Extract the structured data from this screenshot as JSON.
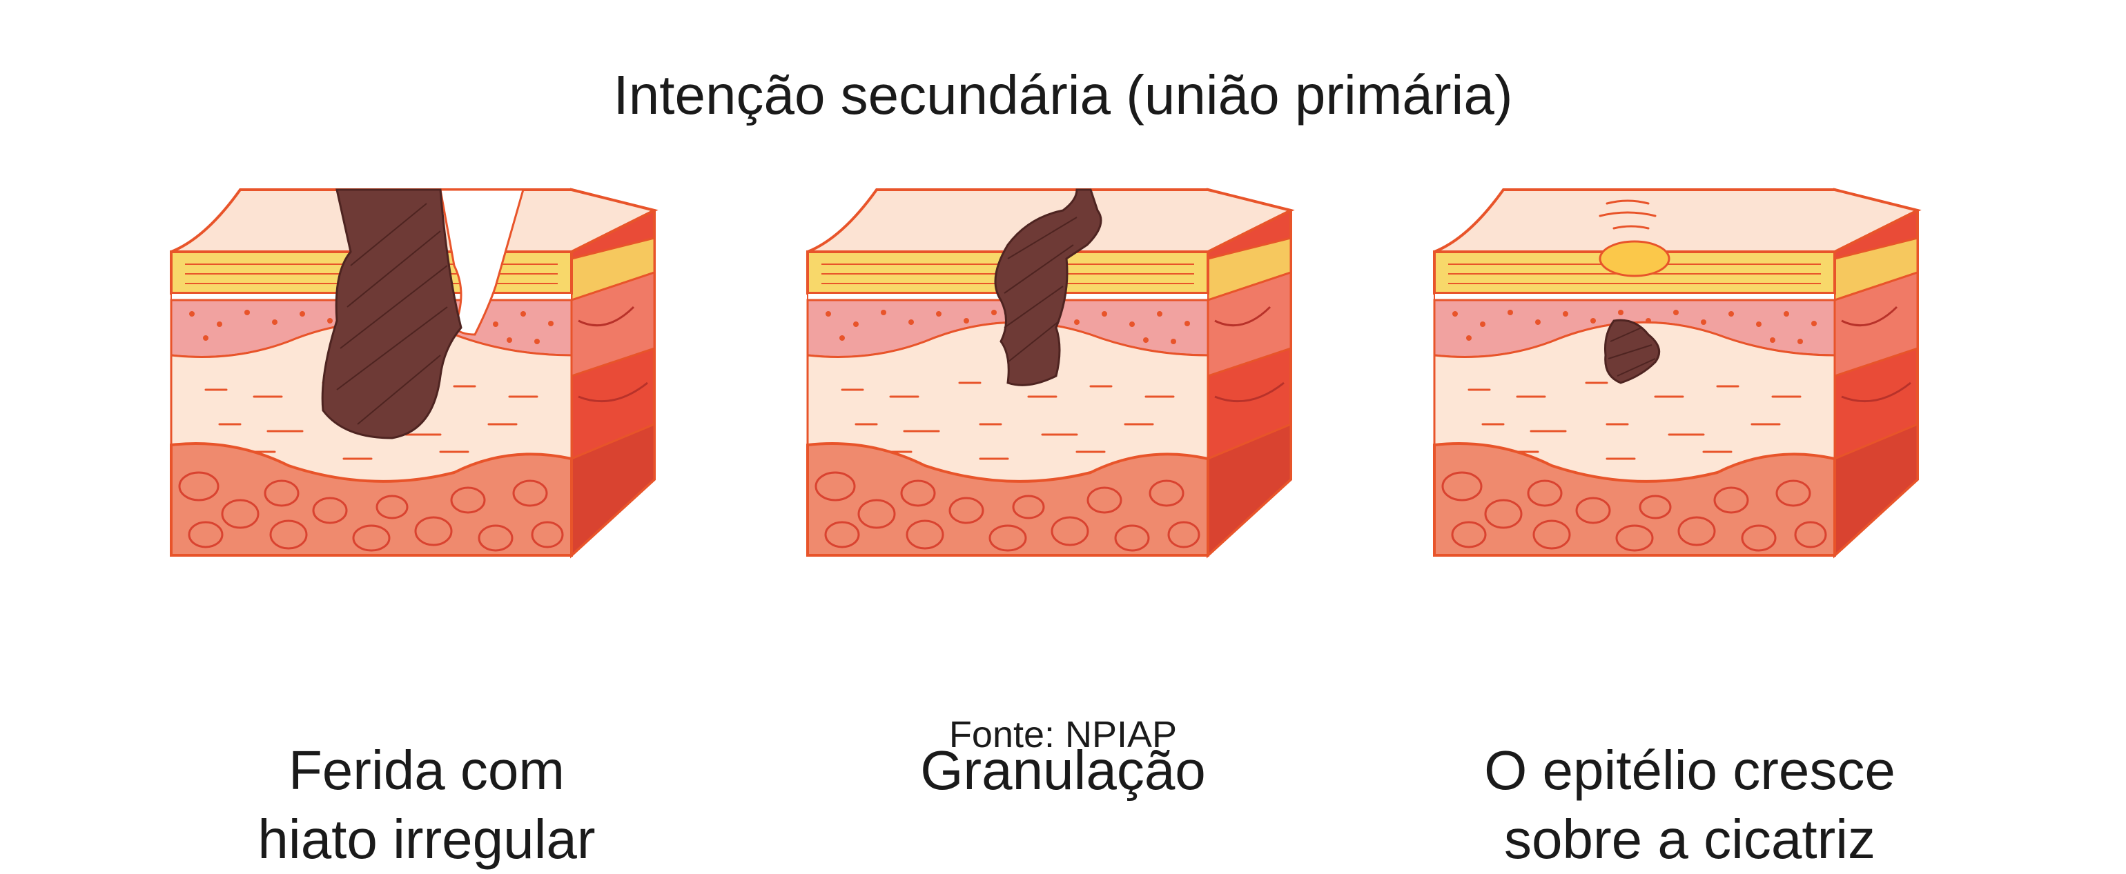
{
  "title": "Intenção secundária (união primária)",
  "panels": [
    {
      "caption_line1": "Ferida com",
      "caption_line2": "hiato irregular"
    },
    {
      "caption_line1": "Granulação",
      "caption_line2": ""
    },
    {
      "caption_line1": "O epitélio cresce",
      "caption_line2": "sobre a cicatriz"
    }
  ],
  "source": "Fonte: NPIAP",
  "colors": {
    "outline": "#e8542a",
    "epidermis_top": "#fce3d3",
    "stratum": "#f8d86a",
    "dermis_upper": "#f1a2a0",
    "dermis": "#fde6d6",
    "hypodermis": "#ef8a6e",
    "side_dark": "#e94b37",
    "wound": "#6e3a36"
  }
}
